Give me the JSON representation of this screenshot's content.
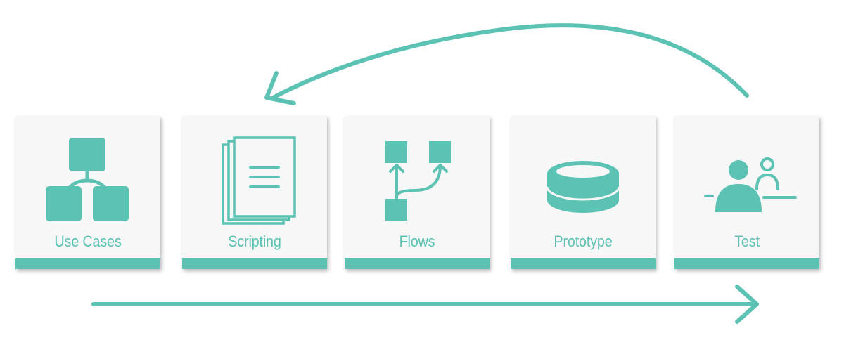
{
  "colors": {
    "accent": "#5cc2b3",
    "card_background": "#f7f7f7",
    "page_background": "#ffffff"
  },
  "steps": [
    {
      "label": "Use Cases",
      "icon": "use-cases-blocks-icon"
    },
    {
      "label": "Scripting",
      "icon": "script-documents-icon"
    },
    {
      "label": "Flows",
      "icon": "flow-branch-icon"
    },
    {
      "label": "Prototype",
      "icon": "prototype-disc-icon"
    },
    {
      "label": "Test",
      "icon": "user-test-icon"
    }
  ],
  "arrows": [
    {
      "name": "loop-back-arrow",
      "from": "Test",
      "to": "Scripting"
    },
    {
      "name": "progress-arrow",
      "direction": "right"
    }
  ]
}
